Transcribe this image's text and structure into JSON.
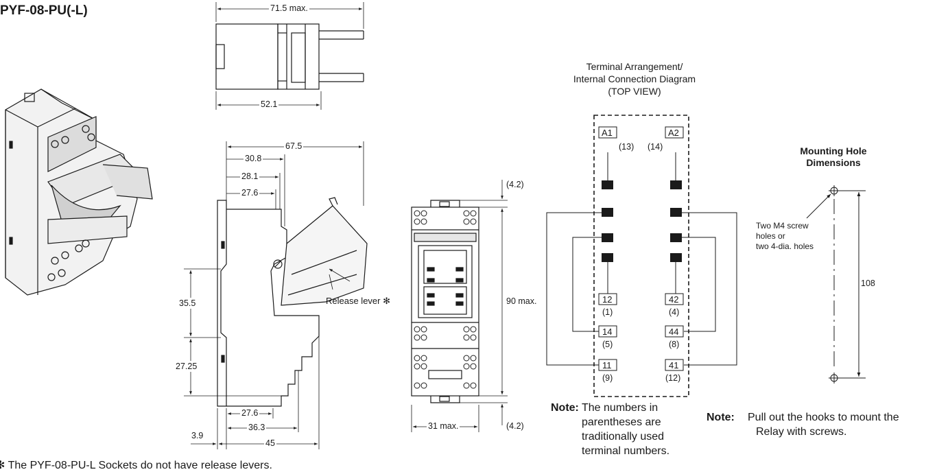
{
  "model_title": "PYF-08-PU(-L)",
  "top_view": {
    "dim_width_max": "71.5 max.",
    "dim_base": "52.1"
  },
  "side_view": {
    "dim_67_5": "67.5",
    "dim_30_8": "30.8",
    "dim_28_1": "28.1",
    "dim_27_6_top": "27.6",
    "dim_35_5": "35.5",
    "dim_27_25": "27.25",
    "dim_27_6_bottom": "27.6",
    "dim_36_3": "36.3",
    "dim_3_9": "3.9",
    "dim_45": "45",
    "release_lever_label": "Release lever ✻"
  },
  "front_view": {
    "dim_top_gap": "(4.2)",
    "dim_height": "90 max.",
    "dim_width": "31 max.",
    "dim_bottom_gap": "(4.2)"
  },
  "terminal_diagram": {
    "caption_line1": "Terminal Arrangement/",
    "caption_line2": "Internal Connection Diagram",
    "caption_line3": "(TOP VIEW)",
    "terminals": [
      {
        "id": "A1",
        "old": "(13)"
      },
      {
        "id": "A2",
        "old": "(14)"
      },
      {
        "id": "12",
        "old": "(1)"
      },
      {
        "id": "42",
        "old": "(4)"
      },
      {
        "id": "14",
        "old": "(5)"
      },
      {
        "id": "44",
        "old": "(8)"
      },
      {
        "id": "11",
        "old": "(9)"
      },
      {
        "id": "41",
        "old": "(12)"
      }
    ],
    "note_label": "Note:",
    "note_line1": "The numbers in",
    "note_line2": "parentheses are",
    "note_line3": "traditionally used",
    "note_line4": "terminal numbers."
  },
  "mounting": {
    "title_line1": "Mounting Hole",
    "title_line2": "Dimensions",
    "hole_note_line1": "Two M4 screw",
    "hole_note_line2": "holes or",
    "hole_note_line3": "two 4-dia. holes",
    "dim_spacing": "108",
    "note_label": "Note:",
    "note_line1": "Pull out the hooks to mount the",
    "note_line2": "Relay with screws."
  },
  "footnote": "✻ The PYF-08-PU-L Sockets do not have release levers."
}
